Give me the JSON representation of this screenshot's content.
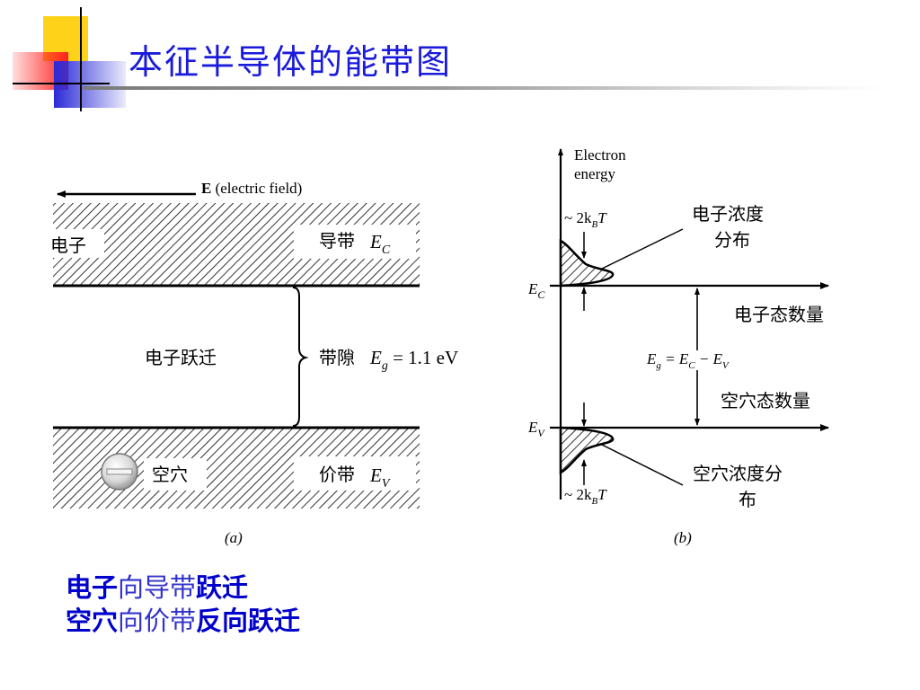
{
  "slide": {
    "title": "本征半导体的能带图"
  },
  "diagram_a": {
    "field_label_bold": "E",
    "field_label_rest": " (electric field)",
    "electron_label": "电子",
    "conduction_band_label": "导带",
    "conduction_band_symbol": "E",
    "conduction_band_subscript": "C",
    "transition_label": "电子跃迁",
    "gap_label": "带隙",
    "gap_symbol": "E",
    "gap_subscript": "g",
    "gap_value": " = 1.1 eV",
    "hole_label": "空穴",
    "valence_band_label": "价带",
    "valence_band_symbol": "E",
    "valence_band_subscript": "V",
    "caption": "(a)"
  },
  "diagram_b": {
    "axis_label_line1": "Electron",
    "axis_label_line2": "energy",
    "width_label_top": "~ 2k",
    "width_label_top_sub": "B",
    "width_label_top_end": "T",
    "electron_concentration_line1": "电子浓度",
    "electron_concentration_line2": "分布",
    "ec_symbol": "E",
    "ec_sub": "C",
    "electron_states_label": "电子态数量",
    "eg_equation_a": "E",
    "eg_equation_a_sub": "g",
    "eg_equation_b": " = E",
    "eg_equation_b_sub": "C",
    "eg_equation_c": " − E",
    "eg_equation_c_sub": "V",
    "hole_states_label": "空穴态数量",
    "ev_symbol": "E",
    "ev_sub": "V",
    "hole_concentration_line1": "空穴浓度分",
    "hole_concentration_line2": "布",
    "width_label_bottom": "~ 2k",
    "width_label_bottom_sub": "B",
    "width_label_bottom_end": "T",
    "caption": "(b)"
  },
  "bottom_text": {
    "line1_a": "电子",
    "line1_b": "向导带",
    "line1_c": "跃迁",
    "line2_a": "空穴",
    "line2_b": "向价带",
    "line2_c": "反向跃迁"
  },
  "colors": {
    "title": "#1a1adc",
    "emphasis": "#0000cc"
  }
}
